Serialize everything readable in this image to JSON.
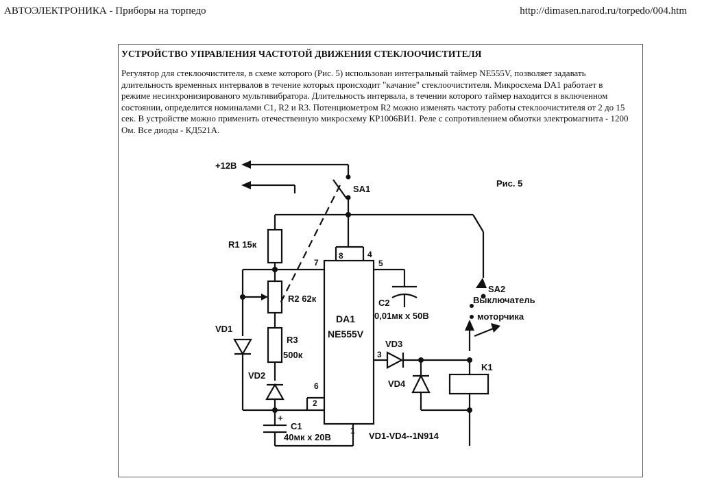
{
  "header": {
    "left_title": "АВТОЭЛЕКТРОНИКА - Приборы на торпедо",
    "url": "http://dimasen.narod.ru/torpedo/004.htm"
  },
  "document": {
    "title": "УСТРОЙСТВО УПРАВЛЕНИЯ ЧАСТОТОЙ ДВИЖЕНИЯ СТЕКЛООЧИСТИТЕЛЯ",
    "paragraph": "Регулятор для стеклоочистителя, в схеме которого (Рис. 5) использован интегральный таймер NE555V, позволяет задавать длительность временных интервалов в течение которых происходит \"качание\" стеклоочистителя. Микросхема DA1 работает в режиме несинхронизированого мультивибратора. Длительность интервала, в течении которого таймер находится в включенном состоянии, определится номиналами C1, R2 и R3. Потенциометром R2 можно изменять частоту работы стеклоочистителя от 2 до 15 сек. В устройстве можно применить отечественную микросхему КР1006ВИ1. Реле с сопротивлением обмотки электромагнита - 1200 Ом. Все диоды - КД521А."
  },
  "schematic": {
    "figure_label": "Рис. 5",
    "supply": "+12В",
    "sa1": "SA1",
    "r1": "R1 15к",
    "r2": "R2 62к",
    "r3": "R3",
    "r3_value": "500к",
    "vd1": "VD1",
    "vd2": "VD2",
    "c1": "C1",
    "c1_value": "40мк x 20В",
    "c1_plus": "+",
    "ic_name": "DA1",
    "ic_type": "NE555V",
    "pin8": "8",
    "pin4": "4",
    "pin7": "7",
    "pin5": "5",
    "pin3": "3",
    "pin6": "6",
    "pin2": "2",
    "pin1": "1",
    "c2": "C2",
    "c2_value": "0,01мк x 50В",
    "vd3": "VD3",
    "vd4": "VD4",
    "k1": "K1",
    "sa2": "SA2",
    "sa2_desc1": "Выключатель",
    "sa2_desc2": "моторчика",
    "diodes_note": "VD1-VD4--1N914"
  }
}
